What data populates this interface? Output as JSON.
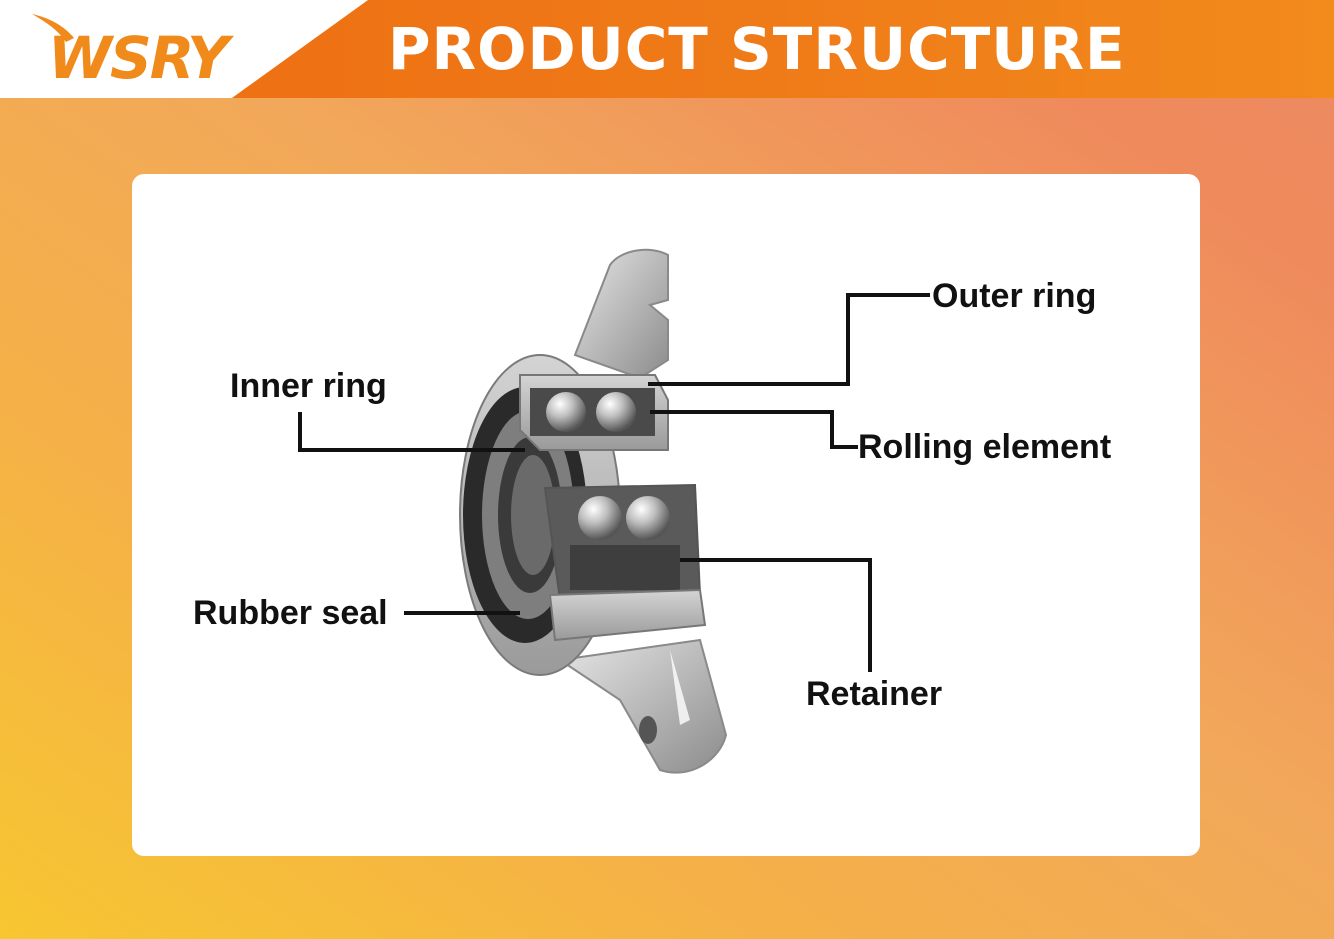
{
  "header": {
    "logo_text": "WSRY",
    "title": "PRODUCT STRUCTURE"
  },
  "colors": {
    "header_orange": "#ee6c10",
    "logo_orange": "#f08a1a",
    "background_top": "#f5b048",
    "background_bottom": "#f7c631",
    "card": "#ffffff",
    "leader_line": "#111111"
  },
  "labels": {
    "outer_ring": "Outer ring",
    "inner_ring": "Inner ring",
    "rolling_element": "Rolling element",
    "rubber_seal": "Rubber seal",
    "retainer": "Retainer"
  }
}
